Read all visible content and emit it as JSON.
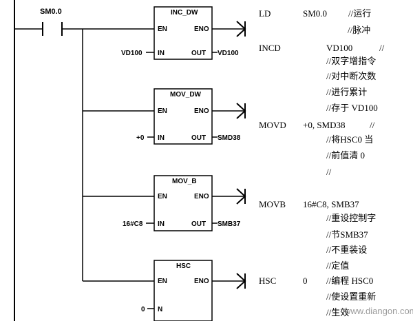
{
  "contact": {
    "label": "SM0.0"
  },
  "blocks": [
    {
      "title": "INC_DW",
      "pin_en": "EN",
      "pin_eno": "ENO",
      "pin_in": "IN",
      "pin_out": "OUT",
      "in_wire": "VD100",
      "out_wire": "VD100"
    },
    {
      "title": "MOV_DW",
      "pin_en": "EN",
      "pin_eno": "ENO",
      "pin_in": "IN",
      "pin_out": "OUT",
      "in_wire": "+0",
      "out_wire": "SMD38"
    },
    {
      "title": "MOV_B",
      "pin_en": "EN",
      "pin_eno": "ENO",
      "pin_in": "IN",
      "pin_out": "OUT",
      "in_wire": "16#C8",
      "out_wire": "SMB37"
    },
    {
      "title": "HSC",
      "pin_en": "EN",
      "pin_eno": "ENO",
      "pin_in": "N",
      "pin_out": "",
      "in_wire": "0",
      "out_wire": ""
    }
  ],
  "stl_lines": [
    "LD",
    "SM0.0",
    "//运行",
    "//脉冲",
    "INCD",
    "VD100",
    "//",
    "//双字增指令",
    "//对中断次数",
    "//进行累计",
    "//存于 VD100",
    "MOVD",
    "+0, SMD38",
    "//",
    "//将HSC0 当",
    "//前值清 0",
    "//",
    "MOVB",
    "16#C8, SMB37",
    "//重设控制字",
    "//节SMB37",
    "//不重装设",
    "//定值",
    "HSC",
    "0",
    "//编程 HSC0",
    "//使设置重新",
    "//生效"
  ],
  "watermark": "www.diangon.com"
}
